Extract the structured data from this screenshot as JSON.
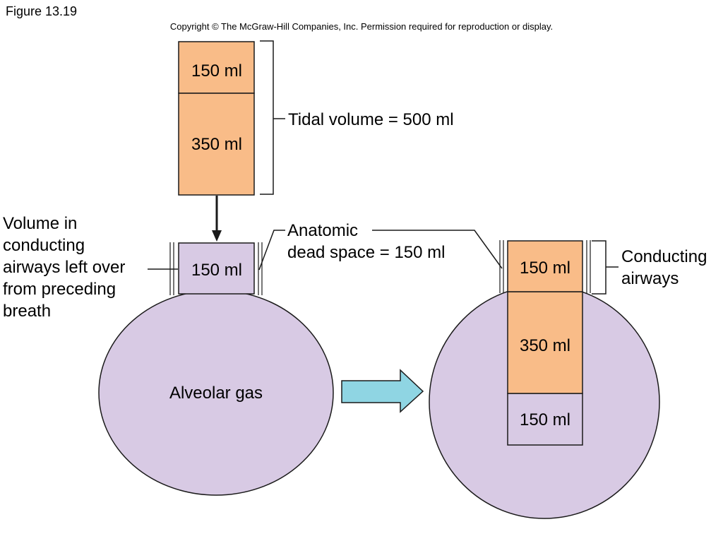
{
  "figure_label": "Figure 13.19",
  "copyright": "Copyright © The McGraw-Hill Companies, Inc. Permission required for reproduction or display.",
  "colors": {
    "orange": "#F9BC88",
    "lavender": "#D8CAE4",
    "arrow_blue": "#8FD5E3",
    "stroke": "#1a1a1a"
  },
  "inhaled": {
    "top_volume": "150 ml",
    "bottom_volume": "350 ml",
    "tidal_label": "Tidal volume = 500 ml"
  },
  "left": {
    "airway_volume": "150 ml",
    "leftover_label": [
      "Volume in",
      "conducting",
      "airways left over",
      "from preceding",
      "breath"
    ],
    "alveolar_label": "Alveolar gas"
  },
  "dead_space_label": [
    "Anatomic",
    "dead space = 150 ml"
  ],
  "right": {
    "airway_volume": "150 ml",
    "mid_volume": "350 ml",
    "old_volume": "150 ml",
    "conducting_label": [
      "Conducting",
      "airways"
    ]
  }
}
